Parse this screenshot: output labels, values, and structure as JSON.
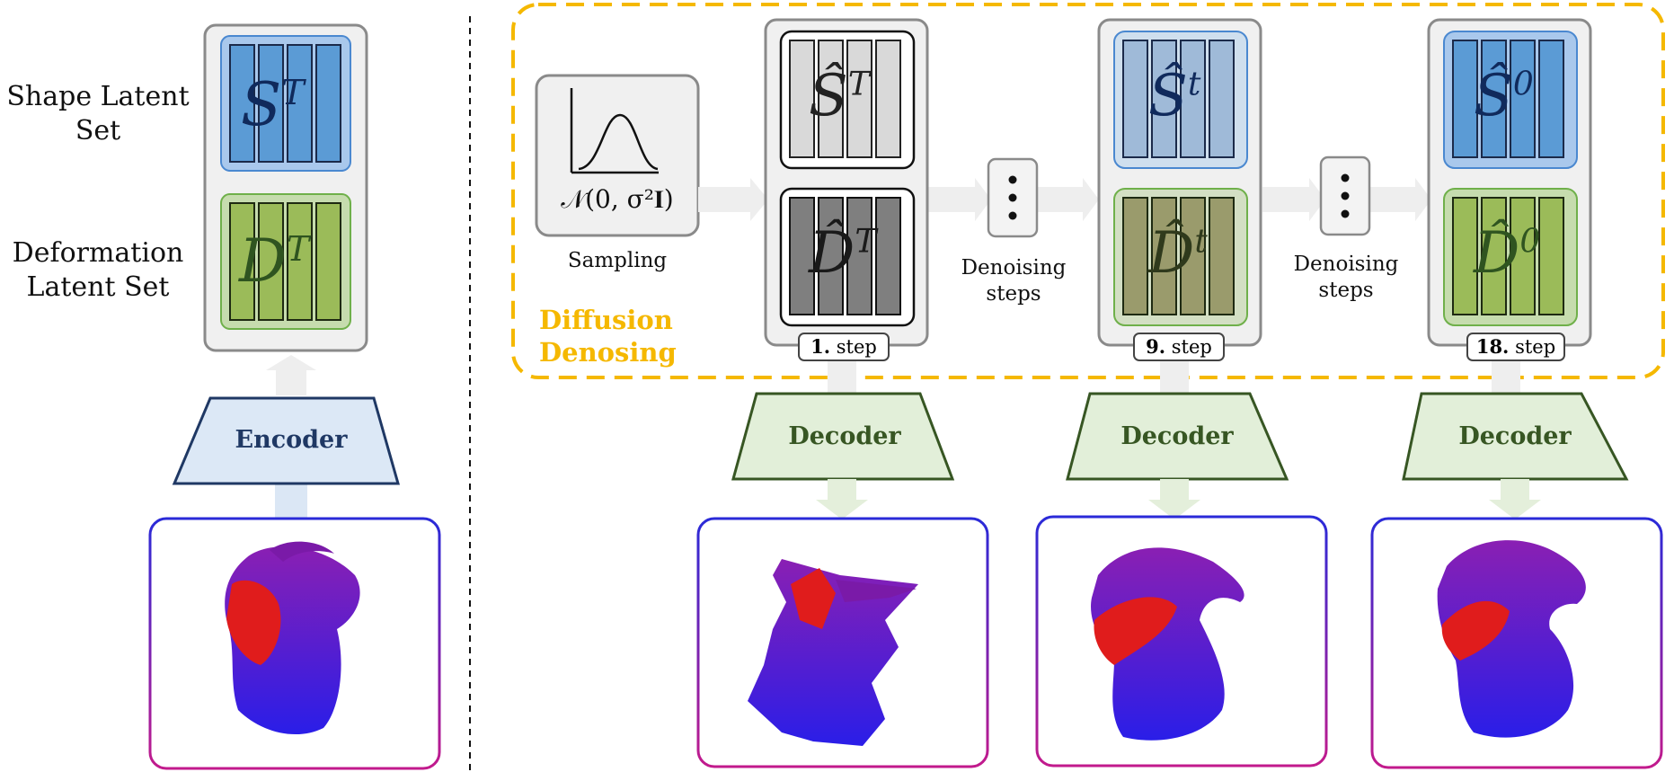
{
  "left": {
    "shape_label": "Shape Latent Set",
    "deformation_label": "Deformation Latent Set",
    "shape_symbol": "S",
    "shape_sup": "T",
    "deformation_symbol": "D",
    "deformation_sup": "T",
    "encoder_label": "Encoder"
  },
  "diffusion": {
    "title_line1": "Diffusion",
    "title_line2": "Denosing",
    "sampling_label": "Sampling",
    "normal_text": "𝒩(0, σ²𝐈)",
    "denoising_label_1": "Denoising steps",
    "denoising_label_2": "Denoising steps",
    "stages": [
      {
        "shape_symbol": "Ŝ",
        "shape_sup": "T",
        "def_symbol": "D̂",
        "def_sup": "T",
        "step_num": "1.",
        "step_word": "step"
      },
      {
        "shape_symbol": "Ŝ",
        "shape_sup": "t",
        "def_symbol": "D̂",
        "def_sup": "t",
        "step_num": "9.",
        "step_word": "step"
      },
      {
        "shape_symbol": "Ŝ",
        "shape_sup": "0",
        "def_symbol": "D̂",
        "def_sup": "0",
        "step_num": "18.",
        "step_word": "step"
      }
    ],
    "decoder_label": "Decoder"
  },
  "colors": {
    "shape_blue": "#5b9bd5",
    "deform_green": "#9bbb59",
    "encoder_fill": "#dce8f6",
    "decoder_fill": "#e2efd9",
    "accent_yellow": "#f5b800"
  }
}
